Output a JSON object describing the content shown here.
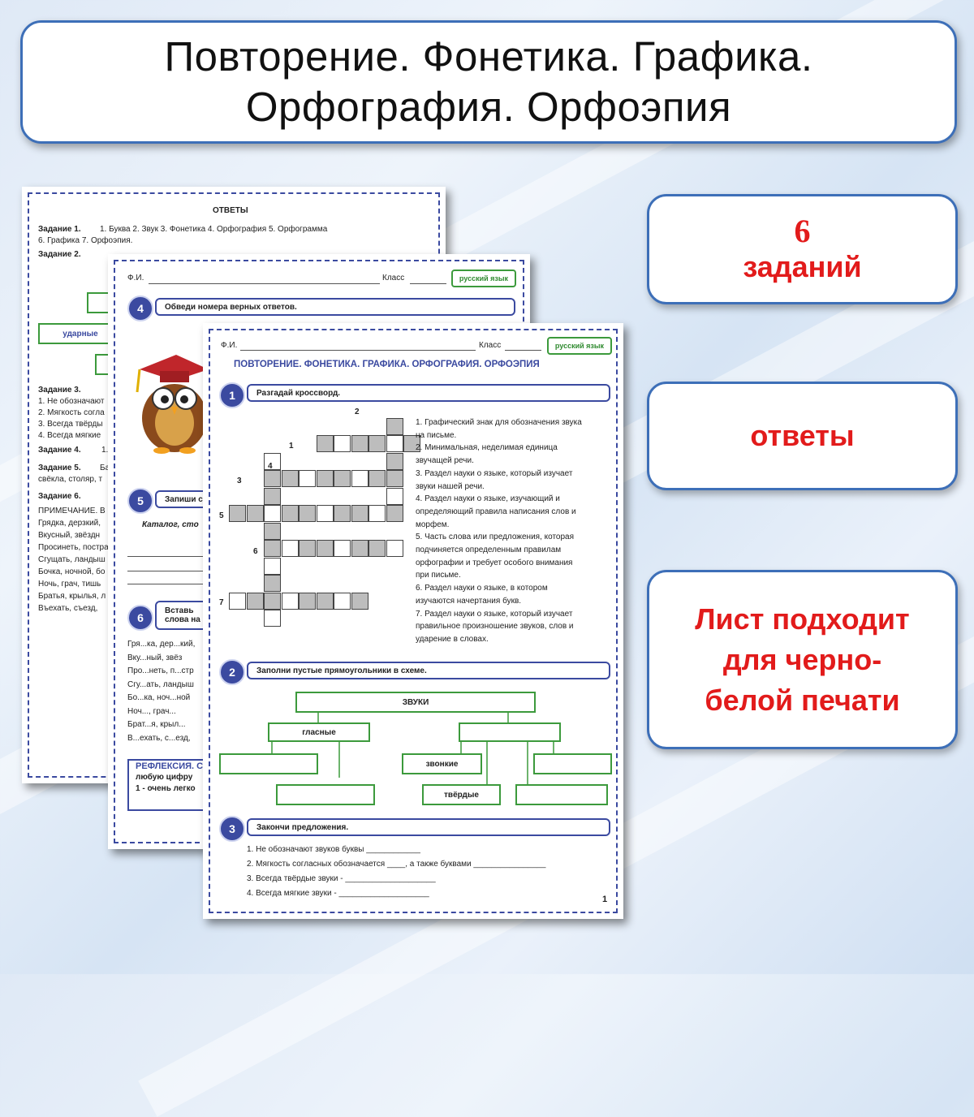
{
  "header": {
    "line1": "Повторение. Фонетика. Графика.",
    "line2": "Орфография. Орфоэпия"
  },
  "badges": {
    "tasks_count": "6",
    "tasks_word": "заданий",
    "answers": "ответы",
    "print_line1": "Лист подходит",
    "print_line2": "для черно-",
    "print_line3": "белой печати"
  },
  "colors": {
    "accent_blue": "#3d6fb8",
    "badge_red": "#e21b1b",
    "green": "#3c9a3c",
    "navy": "#3b4aa0"
  },
  "back_sheet": {
    "title": "ОТВЕТЫ",
    "task1_label": "Задание 1.",
    "task1_items": "1. Буква      2. Звук      3. Фонетика      4. Орфография      5. Орфограмма",
    "task1_items2": "6. Графика      7. Орфоэпия.",
    "task2_label": "Задание 2.",
    "udarnye": "ударные",
    "task3_label": "Задание 3.",
    "task3_lines": [
      "1. Не обозначают",
      "2. Мягкость согла",
      "3. Всегда твёрды",
      "4. Всегда мягкие"
    ],
    "task4_label": "Задание 4.",
    "task4_text": "1.",
    "task5_label": "Задание 5.",
    "task5_text": "Ба",
    "task5_line2": "свёкла, столяр, т",
    "task6_label": "Задание 6.",
    "task6_lines": [
      "ПРИМЕЧАНИЕ. В",
      "Грядка, дерзкий,",
      "Вкусный, звёздн",
      "Просинеть, постра",
      "Сгущать, ландыш",
      "Бочка, ночной, бо",
      "Ночь, грач, тишь",
      "Братья, крылья, л",
      "Въехать, съезд,"
    ]
  },
  "mid_sheet": {
    "fio": "Ф.И.",
    "klass": "Класс",
    "subject": "русский язык",
    "task4_num": "4",
    "task4_title": "Обведи номера верных ответов.",
    "task5_num": "5",
    "task5_title": "Запиши с",
    "task5_text": "Каталог, сто",
    "task6_num": "6",
    "task6_title1": "Вставь",
    "task6_title2": "слова на",
    "task6_lines": [
      "Гря...ка, дер...кий,",
      "Вку...ный, звёз",
      "Про...неть, п...стр",
      "Сгу...ать, ландыш",
      "Бо...ка, ноч...ной",
      "Ноч..., грач...",
      "Брат...я, крыл...",
      "В...ехать, с...езд,"
    ],
    "reflex_title": "РЕФЛЕКСИЯ. С",
    "reflex_line2": "любую цифру",
    "reflex_line3": "1 - очень легко"
  },
  "front_sheet": {
    "fio": "Ф.И.",
    "klass": "Класс",
    "subject": "русский язык",
    "title": "ПОВТОРЕНИЕ. ФОНЕТИКА. ГРАФИКА. ОРФОГРАФИЯ. ОРФОЭПИЯ",
    "task1_num": "1",
    "task1_title": "Разгадай кроссворд.",
    "cross_nums": [
      "1",
      "2",
      "3",
      "4",
      "5",
      "6",
      "7"
    ],
    "clues": [
      "1. Графический знак для обозначения звука",
      "на письме.",
      "2. Минимальная, неделимая единица",
      "звучащей речи.",
      "3. Раздел науки о языке, который изучает",
      "звуки нашей речи.",
      "4. Раздел науки о языке, изучающий и",
      "определяющий правила написания слов и",
      "морфем.",
      "5. Часть слова или предложения, которая",
      "подчиняется определенным правилам",
      "орфографии и требует особого внимания",
      "при письме.",
      "6. Раздел науки о языке, в котором",
      "изучаются начертания букв.",
      "7. Раздел науки о языке, который изучает",
      "правильное произношение звуков, слов и",
      "ударение в словах."
    ],
    "task2_num": "2",
    "task2_title": "Заполни пустые прямоугольники в схеме.",
    "scheme": {
      "root": "ЗВУКИ",
      "vowels": "гласные",
      "voiced": "звонкие",
      "hard": "твёрдые"
    },
    "task3_num": "3",
    "task3_title": "Закончи предложения.",
    "task3_lines": [
      "1. Не обозначают звуков буквы ____________",
      "2. Мягкость согласных обозначается ____, а также буквами ________________",
      "3. Всегда твёрдые звуки - ____________________",
      "4. Всегда мягкие звуки - ____________________"
    ],
    "page_no": "1"
  }
}
